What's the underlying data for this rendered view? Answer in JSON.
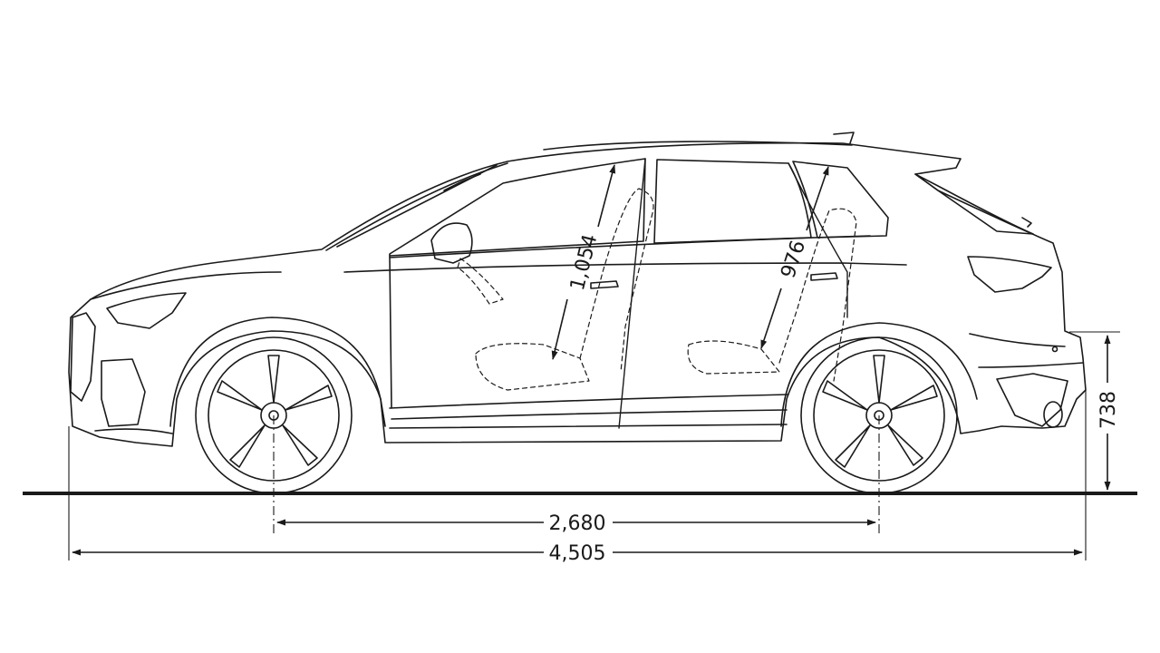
{
  "dimensions": {
    "overall_length": "4,505",
    "wheelbase": "2,680",
    "rear_overhang_height": "738",
    "front_legroom": "1,054",
    "rear_legroom": "976"
  },
  "colors": {
    "line": "#1a1a1a",
    "background": "#ffffff"
  }
}
